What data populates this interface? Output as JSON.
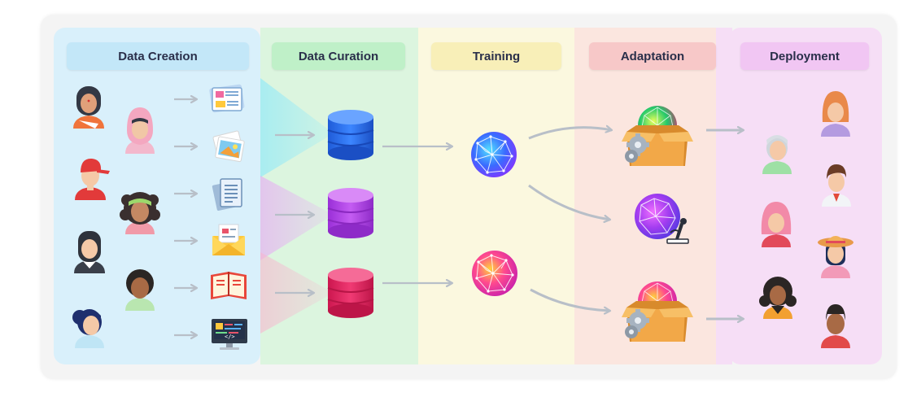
{
  "stages": [
    {
      "label": "Data Creation",
      "bg": "#d9f0fb",
      "pill": "#c3e7f8"
    },
    {
      "label": "Data Curation",
      "bg": "#dcf5df",
      "pill": "#bff0c8"
    },
    {
      "label": "Training",
      "bg": "#fbf8df",
      "pill": "#f8efb8"
    },
    {
      "label": "Adaptation",
      "bg": "#fbe6df",
      "pill": "#f7c8c8"
    },
    {
      "label": "Deployment",
      "bg": "#f6def6",
      "pill": "#f1c6f3"
    }
  ],
  "colors": {
    "arrow": "#b8bfc8",
    "db_blue": "#2f6fe4",
    "db_purple": "#b04be6",
    "db_pink": "#e0245e",
    "brain_blue": "#2f7bff",
    "brain_pink": "#f03c8a",
    "box": "#e9a040",
    "gear": "#9aa6b3"
  },
  "icons": {
    "people": [
      "person-icon"
    ],
    "documents": [
      "newspaper-icon",
      "photos-icon",
      "documents-icon",
      "email-icon",
      "book-icon",
      "code-monitor-icon"
    ],
    "databases": [
      "database-icon"
    ],
    "models": [
      "neural-network-icon"
    ],
    "adaptation": [
      "model-box-gears-icon",
      "model-microscope-icon"
    ]
  }
}
